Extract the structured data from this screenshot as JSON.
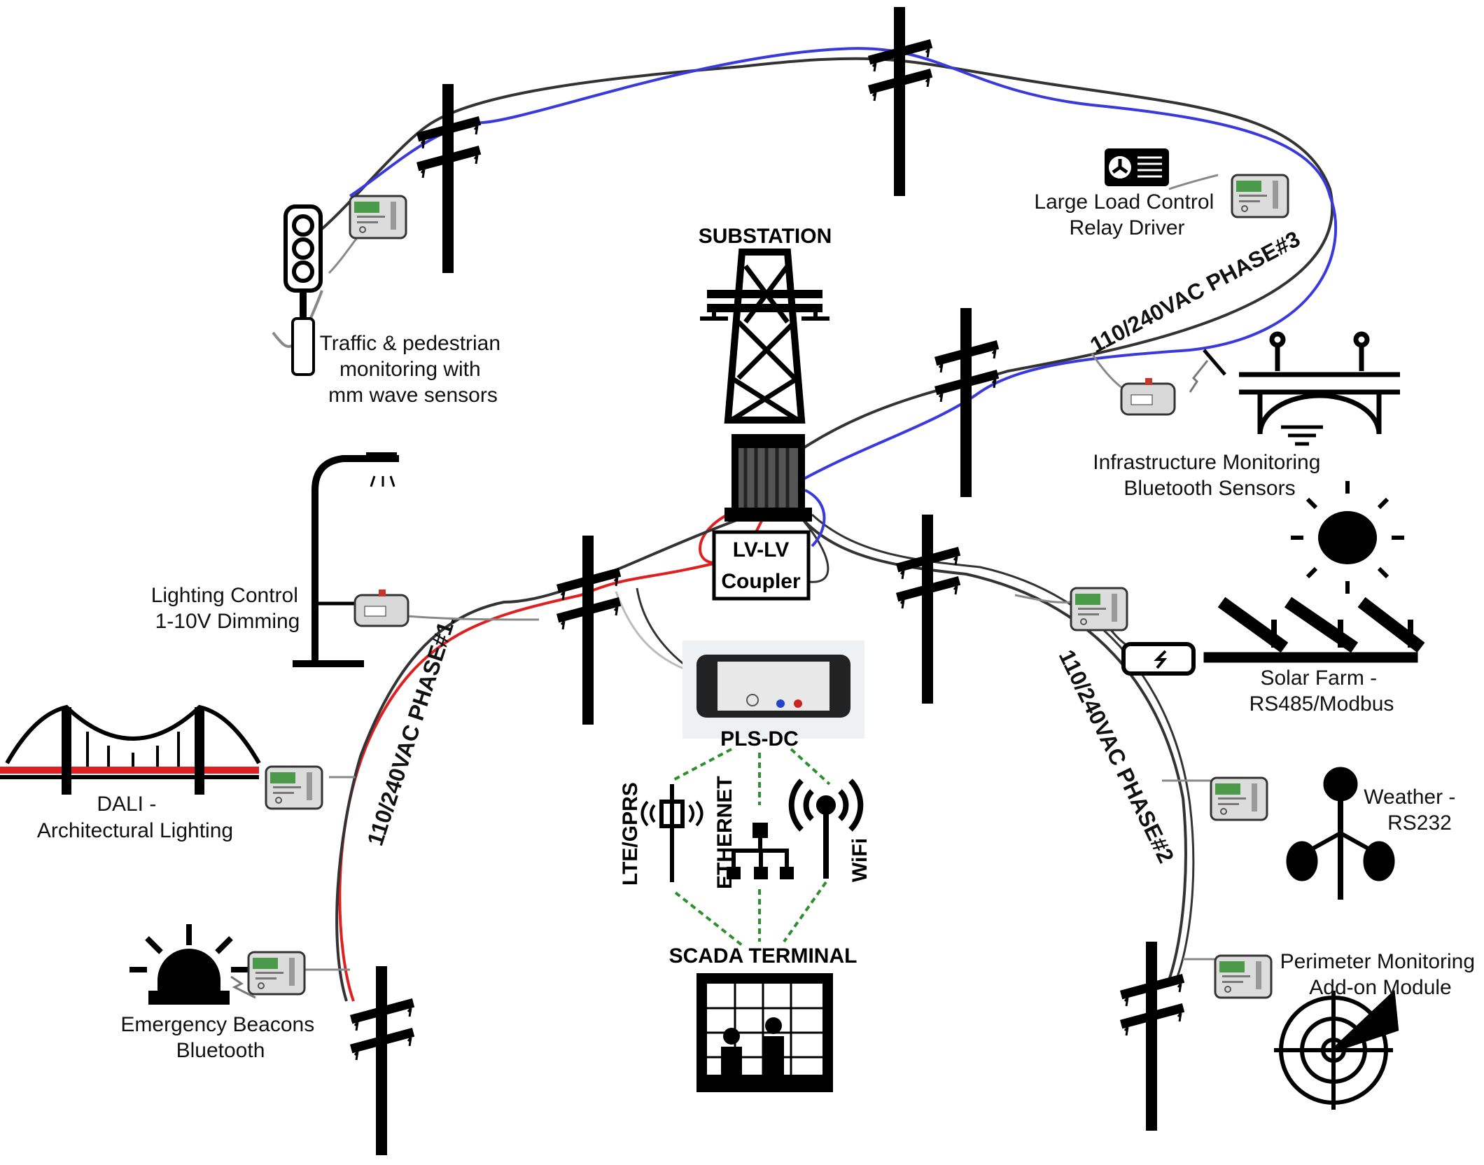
{
  "labels": {
    "substation": "SUBSTATION",
    "coupler_line1": "LV-LV",
    "coupler_line2": "Coupler",
    "plsdc": "PLS-DC",
    "scada": "SCADA TERMINAL",
    "lte": "LTE/GPRS",
    "ethernet": "ETHERNET",
    "wifi": "WiFi",
    "phase1": "110/240VAC PHASE#1.",
    "phase2": "110/240VAC PHASE#2",
    "phase3": "110/240VAC PHASE#3",
    "traffic": [
      "Traffic & pedestrian",
      "monitoring with",
      "mm wave sensors"
    ],
    "largeload": [
      "Large Load Control",
      "Relay Driver"
    ],
    "infra": [
      "Infrastructure Monitoring",
      "Bluetooth Sensors"
    ],
    "lighting": [
      "Lighting Control",
      "1-10V Dimming"
    ],
    "solar": [
      "Solar Farm -",
      "RS485/Modbus"
    ],
    "dali": [
      "DALI -",
      "Architectural Lighting"
    ],
    "weather": [
      "Weather -",
      "RS232"
    ],
    "emergency": [
      "Emergency Beacons",
      "Bluetooth"
    ],
    "perimeter": [
      "Perimeter Monitoring",
      "Add-on Module"
    ]
  },
  "colors": {
    "line_black": "#333333",
    "line_blue": "#3a3adc",
    "line_red": "#e02020",
    "link_green": "#2f8f2f"
  }
}
